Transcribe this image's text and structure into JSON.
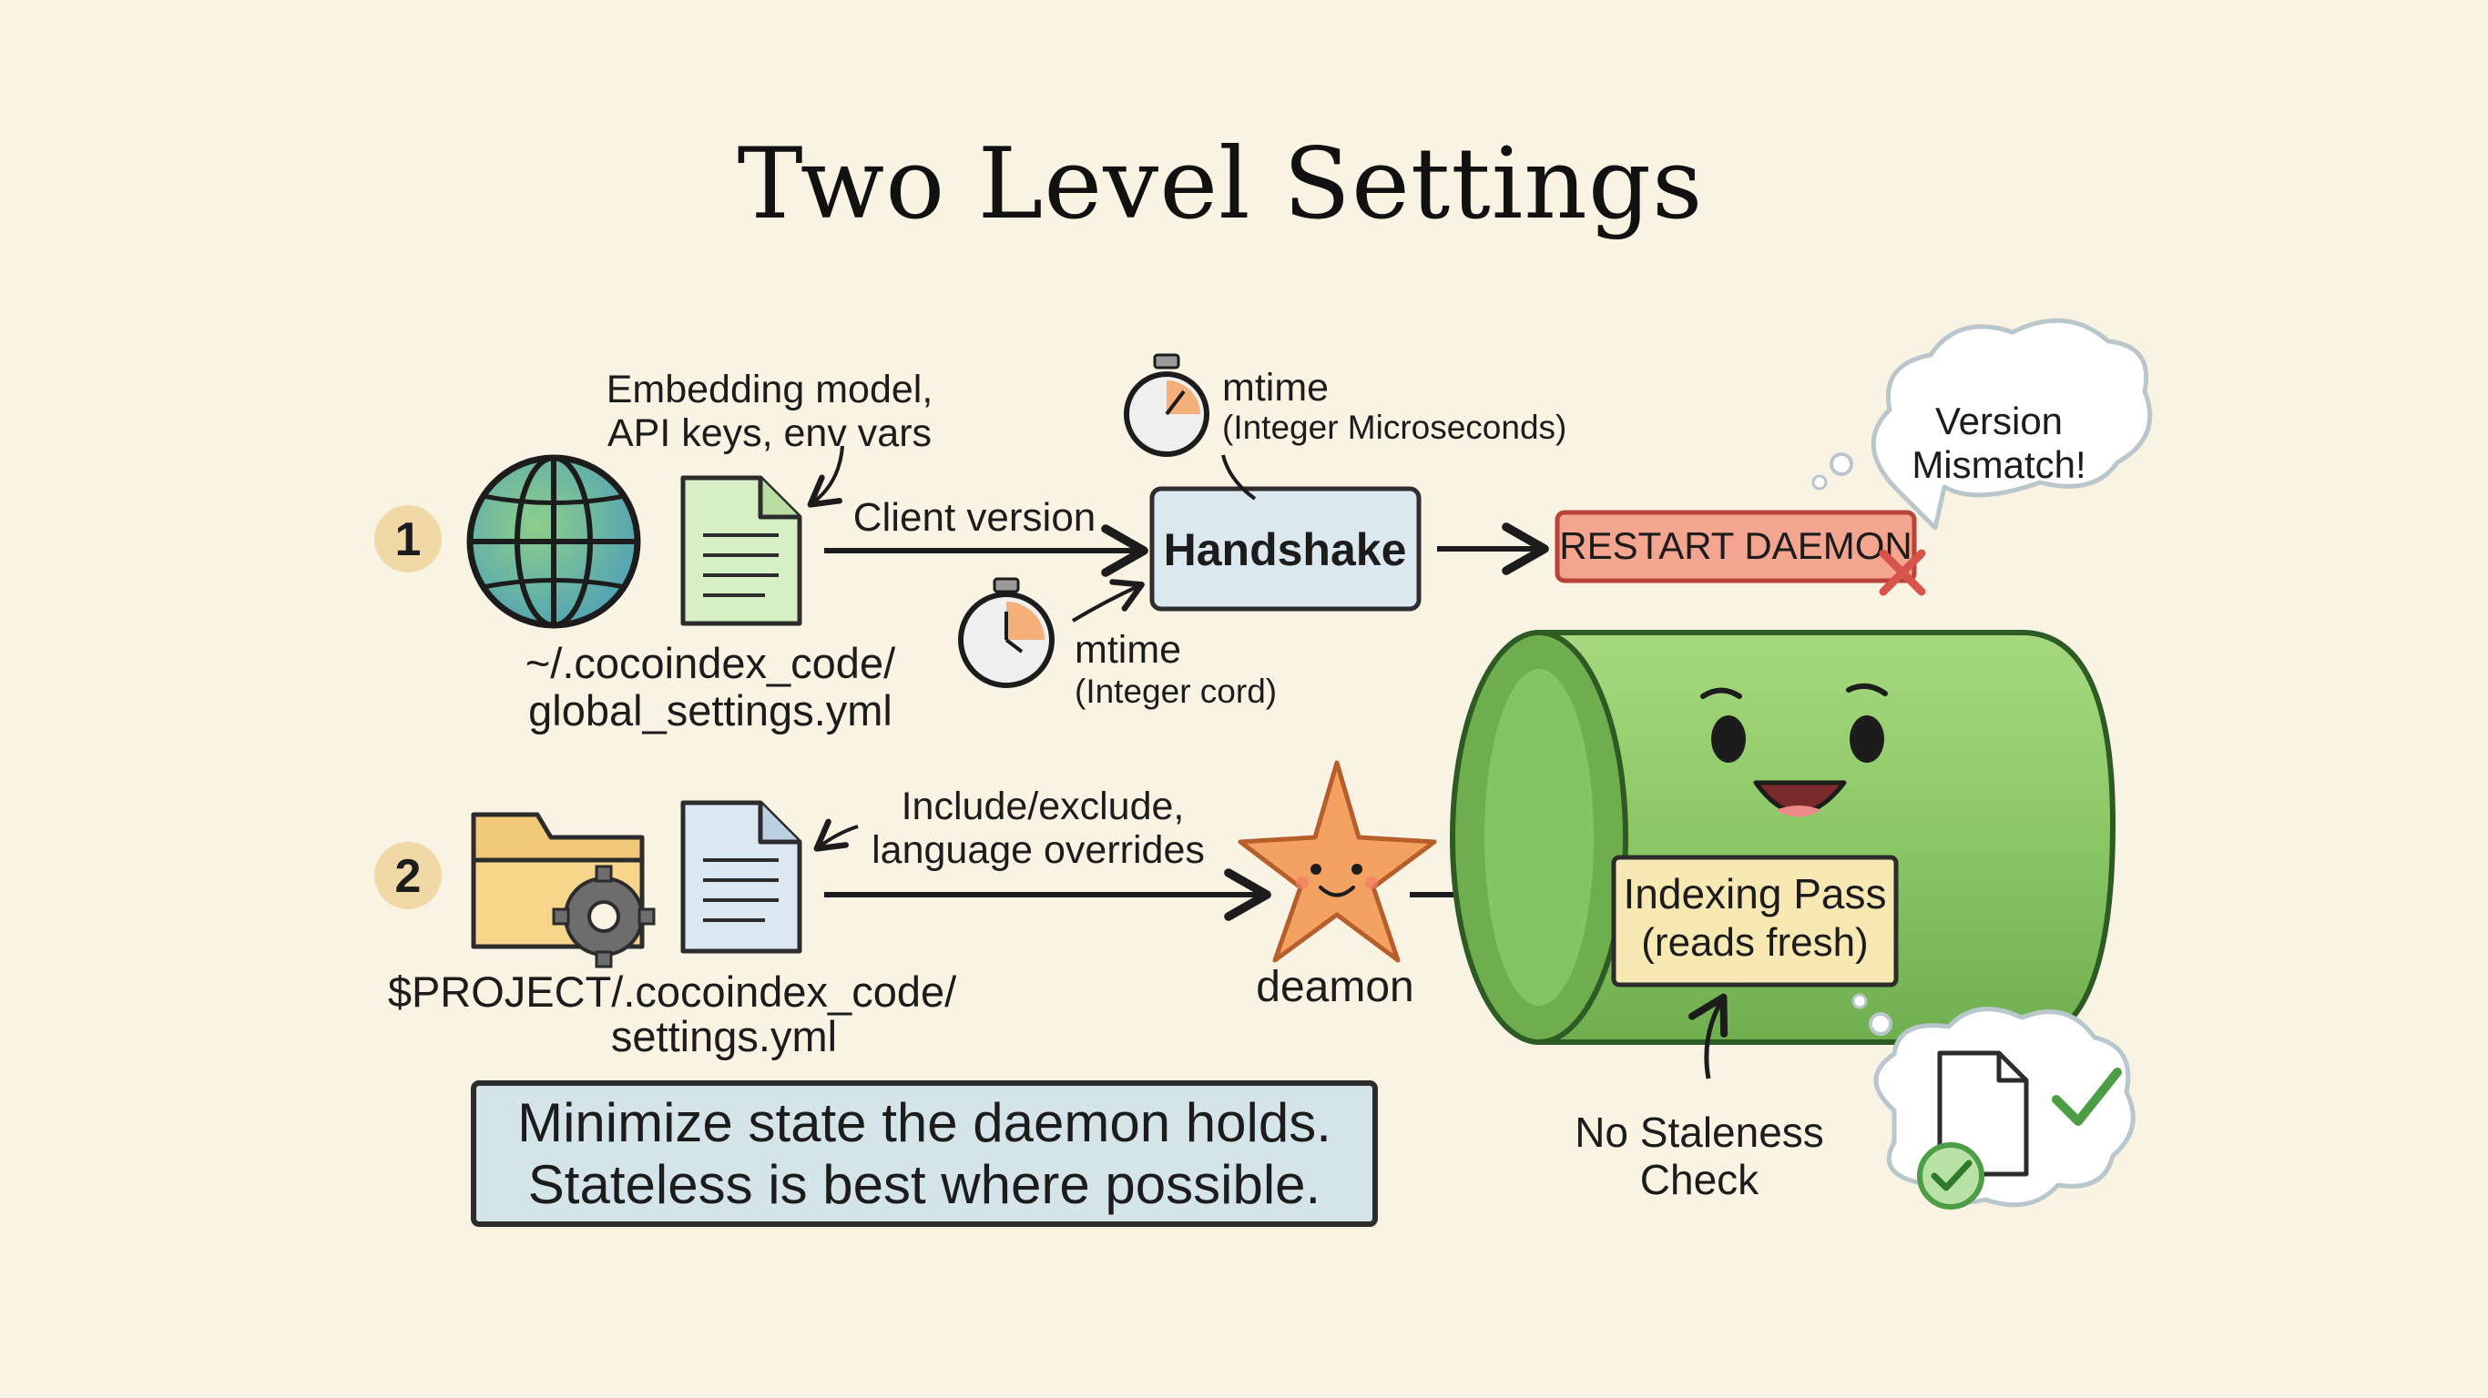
{
  "title": "Two Level Settings",
  "level1": {
    "number": "1",
    "note_line1": "Embedding model,",
    "note_line2": "API keys, env vars",
    "path_line1": "~/.cocoindex_code/",
    "path_line2": "global_settings.yml",
    "arrow_label": "Client version"
  },
  "handshake": {
    "label": "Handshake",
    "mtime_top": "mtime",
    "mtime_top_sub": "(Integer Microseconds)",
    "mtime_bottom": "mtime",
    "mtime_bottom_sub": "(Integer cord)"
  },
  "restart": {
    "label": "RESTART DAEMON",
    "bubble_line1": "Version",
    "bubble_line2": "Mismatch!"
  },
  "level2": {
    "number": "2",
    "note_line1": "Include/exclude,",
    "note_line2": "language overrides",
    "path_line1": "$PROJECT/.cocoindex_code/",
    "path_line2": "settings.yml"
  },
  "daemon": {
    "label": "deamon"
  },
  "indexing": {
    "line1": "Indexing Pass",
    "line2": "(reads fresh)",
    "staleness_line1": "No Staleness",
    "staleness_line2": "Check"
  },
  "principle": {
    "line1": "Minimize state the daemon holds.",
    "line2": "Stateless is best where possible."
  },
  "colors": {
    "background": "#f9f3e3",
    "badge": "#f0d9a6",
    "handshake_box": "#dbe8ef",
    "restart_box": "#f4a58f",
    "cylinder": "#8cc765",
    "principle_box": "#d4e4e8"
  }
}
